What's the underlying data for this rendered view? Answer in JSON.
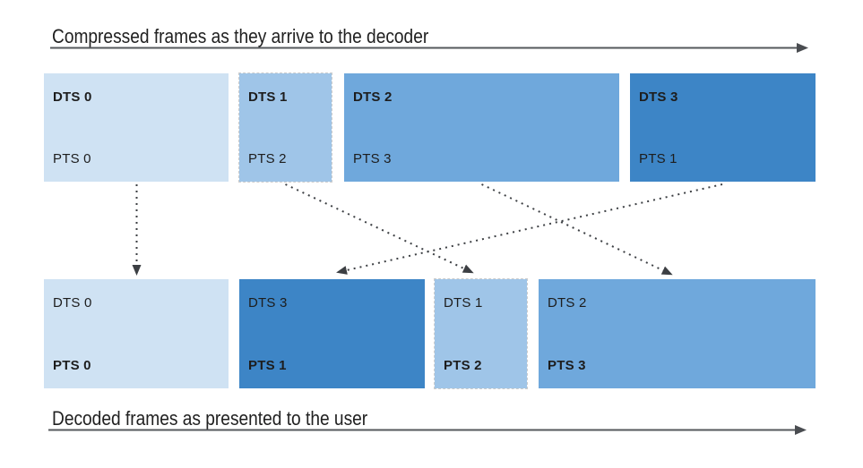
{
  "labels": {
    "compressed": "Compressed frames as they arrive to the decoder",
    "decoded": "Decoded frames as presented to the user"
  },
  "colors": {
    "frame_pts0": "#cfe2f3",
    "frame_pts1": "#3d85c6",
    "frame_pts2": "#9fc5e8",
    "frame_pts3": "#6fa8dc",
    "arrow": "#4a4d51",
    "text": "#1d1d1d"
  },
  "compressed_frames": [
    {
      "dts": "DTS 0",
      "pts": "PTS 0"
    },
    {
      "dts": "DTS 1",
      "pts": "PTS 2"
    },
    {
      "dts": "DTS 2",
      "pts": "PTS 3"
    },
    {
      "dts": "DTS 3",
      "pts": "PTS 1"
    }
  ],
  "decoded_frames": [
    {
      "dts": "DTS 0",
      "pts": "PTS 0"
    },
    {
      "dts": "DTS 3",
      "pts": "PTS 1"
    },
    {
      "dts": "DTS 1",
      "pts": "PTS 2"
    },
    {
      "dts": "DTS 2",
      "pts": "PTS 3"
    }
  ]
}
